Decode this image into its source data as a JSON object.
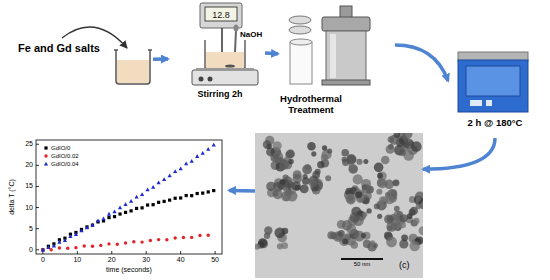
{
  "diagram": {
    "nodes": [
      {
        "text": [
          "Fe and Gd salts"
        ]
      },
      {
        "text": [
          "12.8",
          "NaOH",
          "Stirring 2h"
        ]
      },
      {
        "text": [
          "Hydrothermal Treatment"
        ]
      },
      {
        "text": [
          "2 h @ 180°C"
        ]
      },
      {
        "text": [
          "(c)",
          "50 nm"
        ]
      },
      {
        "text": [
          "delta T (°C)",
          "time (seconds)"
        ]
      }
    ],
    "edges": [
      {
        "from": 0,
        "to": 1,
        "arrow": "to"
      },
      {
        "from": 1,
        "to": 2,
        "arrow": "to"
      },
      {
        "from": 2,
        "to": 3,
        "arrow": "to"
      },
      {
        "from": 3,
        "to": 4,
        "arrow": "to"
      },
      {
        "from": 4,
        "to": 5,
        "arrow": "to"
      }
    ],
    "labels": [
      "25",
      "20",
      "15",
      "10",
      "5",
      "0",
      "0",
      "10",
      "20",
      "30",
      "40",
      "50"
    ],
    "legend": [
      {
        "text": "GdIO/0"
      },
      {
        "text": "GdIO/0.02"
      },
      {
        "text": "GdIO/0.04"
      }
    ]
  }
}
